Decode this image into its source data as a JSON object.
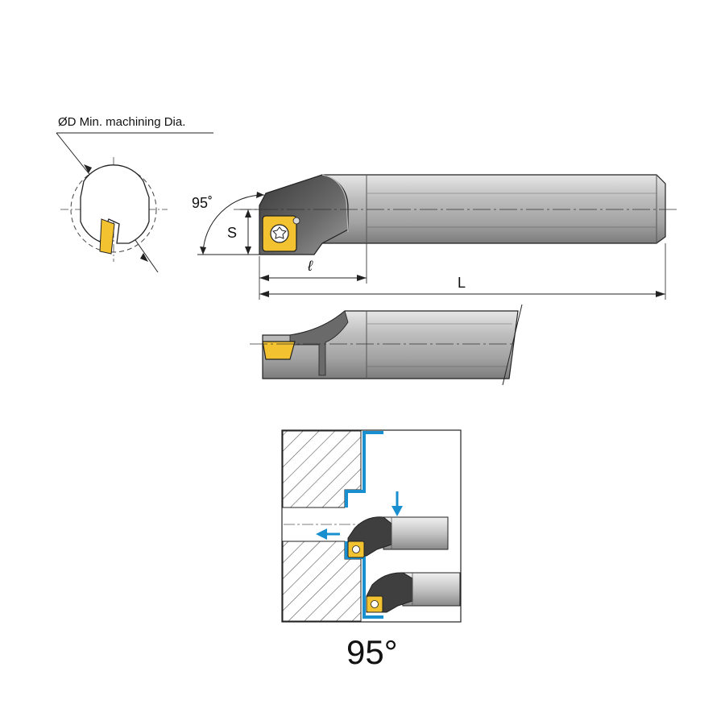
{
  "labels": {
    "min_dia": "ØD Min. machining Dia.",
    "angle": "95˚",
    "s": "S",
    "ell": "ℓ",
    "L": "L",
    "big_angle": "95°"
  },
  "colors": {
    "body_dark": "#4a4a4a",
    "body_mid": "#8f8f8f",
    "body_light": "#cfcfcf",
    "shank": "#b9b9b9",
    "insert": "#f2c230",
    "cut_path": "#1a8fd0",
    "line": "#222222"
  },
  "icons": {
    "insert": "yellow-insert-icon",
    "screw": "torx-screw-icon",
    "arrow": "feed-arrow-icon"
  }
}
